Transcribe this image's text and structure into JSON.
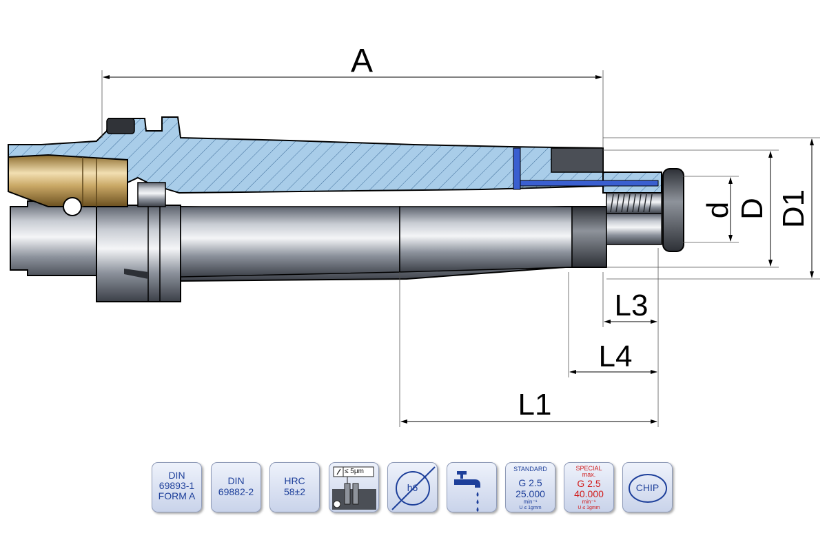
{
  "dimensions": {
    "A": "A",
    "d": "d",
    "D": "D",
    "D1": "D1",
    "L1": "L1",
    "L3": "L3",
    "L4": "L4"
  },
  "badges": {
    "din_69893": {
      "line1": "DIN",
      "line2": "69893-1",
      "line3": "FORM A"
    },
    "din_69882": {
      "line1": "DIN",
      "line2": "69882-2"
    },
    "hrc": {
      "line1": "HRC",
      "line2": "58±2"
    },
    "runout": {
      "label": "≤ 5μm"
    },
    "tolerance": {
      "label": "h6"
    },
    "coolant": {
      "icon": "coolant-tap-icon"
    },
    "standard": {
      "title": "STANDARD",
      "grade": "G 2.5",
      "speed": "25.000",
      "unit": "min⁻¹",
      "note": "U ≤ 1gmm"
    },
    "special": {
      "title": "SPECIAL",
      "prefix": "max.",
      "grade": "G 2.5",
      "speed": "40.000",
      "unit": "min⁻¹",
      "note": "U ≤ 1gmm"
    },
    "chip": {
      "label": "CHIP"
    }
  },
  "colors": {
    "section_blue": "#9fc7e6",
    "steel": "#6f7682",
    "brass": "#c9a765",
    "badge_text": "#1d3f9a",
    "special_red": "#d11a1a"
  }
}
